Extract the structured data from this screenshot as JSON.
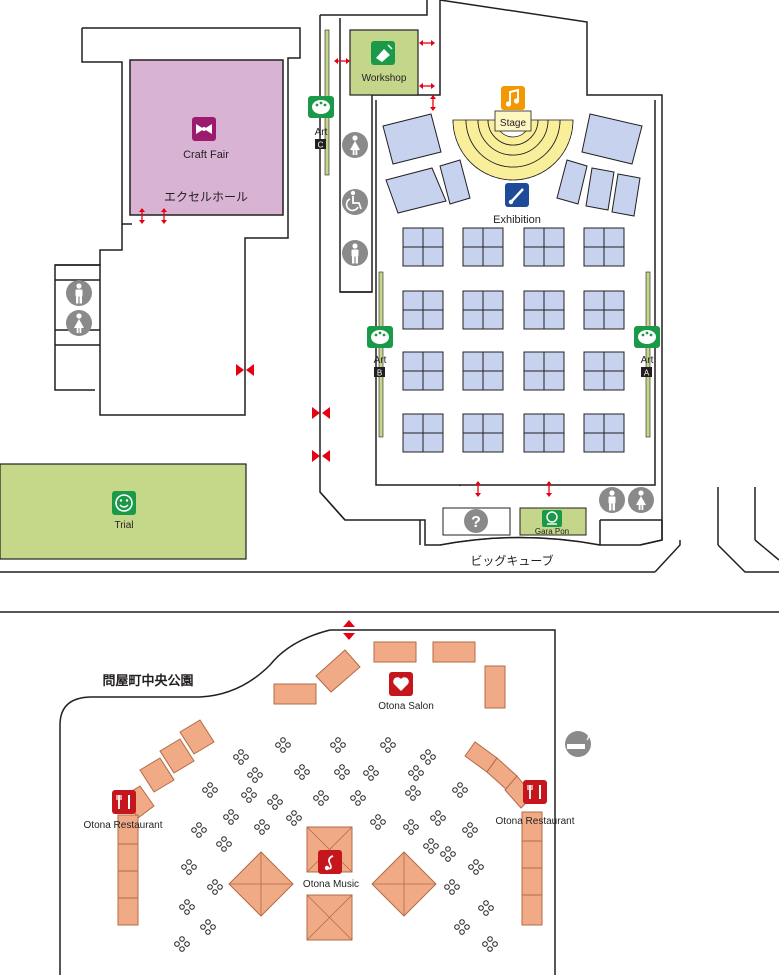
{
  "map": {
    "upper_area": {
      "hall_name": "エクセルホール",
      "big_cube": "ビッグキューブ",
      "areas": {
        "craft_fair": "Craft Fair",
        "workshop": "Workshop",
        "stage": "Stage",
        "exhibition": "Exhibition",
        "trial": "Trial",
        "gara_pon": "Gara Pon"
      },
      "art_spots": {
        "art_label": "Art",
        "a": "A",
        "b": "B",
        "c": "C"
      },
      "facility_icons": [
        "female-restroom",
        "male-restroom",
        "accessible-restroom",
        "info-question",
        "entrance-arrows"
      ]
    },
    "lower_area": {
      "park_name": "問屋町中央公園",
      "areas": {
        "otona_salon": "Otona Salon",
        "otona_restaurant_left": "Otona Restaurant",
        "otona_restaurant_right": "Otona Restaurant",
        "otona_music": "Otona Music"
      },
      "facility_icons": [
        "smoking-area"
      ]
    }
  },
  "colors": {
    "outline": "#231f20",
    "craft_fair_fill": "#d9b3d4",
    "craft_fair_icon": "#9c1b6f",
    "workshop_fill": "#c3d68a",
    "trial_fill": "#c5d88a",
    "booth_fill": "#c6d2ee",
    "stage_seats": "#f9ef9b",
    "stage_icon": "#f39800",
    "exhibition_icon": "#1d4b9a",
    "green_icon": "#1a9a48",
    "restroom_grey": "#8a8a8a",
    "entrance_arrow": "#e60012",
    "tent_fill": "#f0aa86",
    "tent_stroke": "#b36b47",
    "red_icon": "#c4161c"
  }
}
